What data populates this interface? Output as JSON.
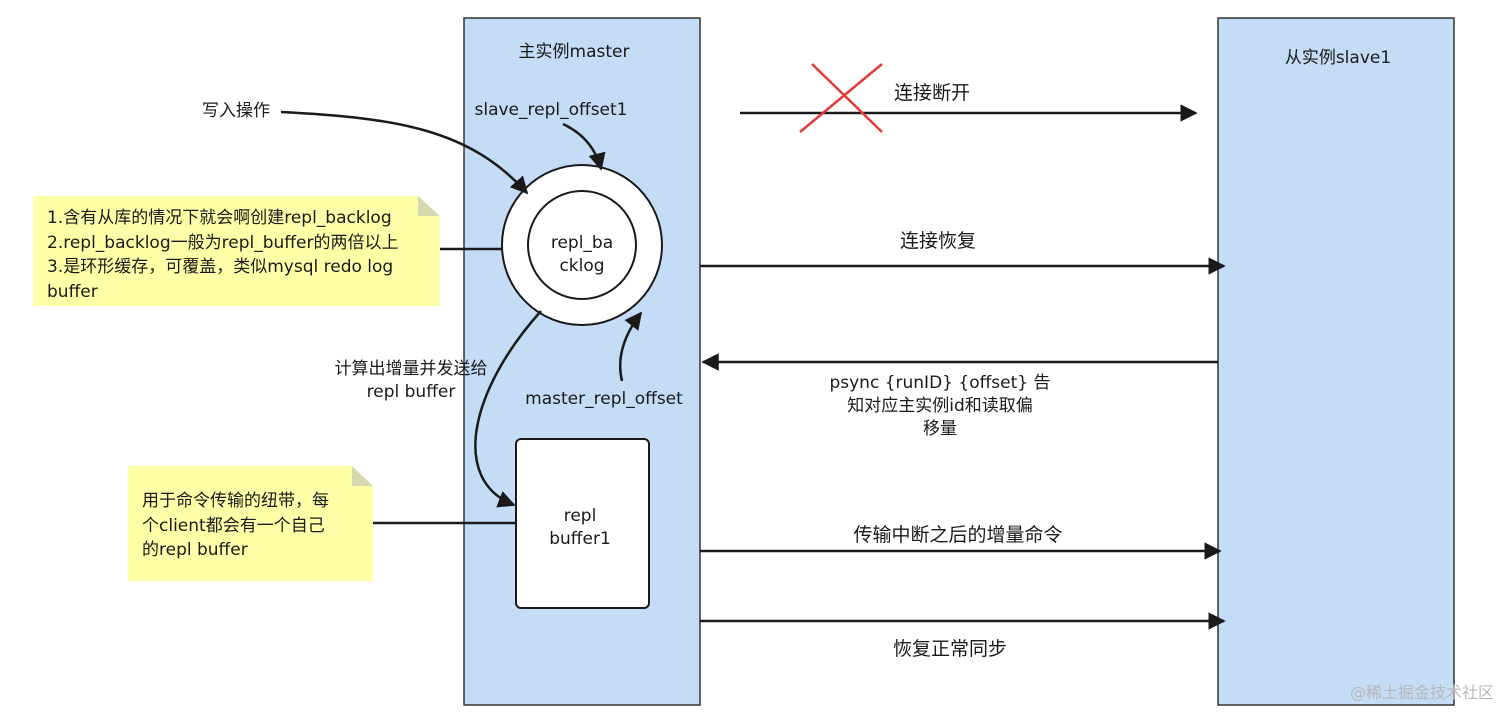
{
  "master": {
    "title": "主实例master",
    "slave_offset_label": "slave_repl_offset1",
    "backlog_label_line1": "repl_ba",
    "backlog_label_line2": "cklog",
    "master_offset_label": "master_repl_offset",
    "buffer_label_line1": "repl",
    "buffer_label_line2": "buffer1"
  },
  "slave": {
    "title": "从实例slave1"
  },
  "write_label": "写入操作",
  "compute_label_line1": "计算出增量并发送给",
  "compute_label_line2": "repl buffer",
  "notes": {
    "backlog": "1.含有从库的情况下就会啊创建repl_backlog\n2.repl_backlog一般为repl_buffer的两倍以上\n3.是环形缓存，可覆盖，类似mysql redo log\nbuffer",
    "buffer": "用于命令传输的纽带，每\n个client都会有一个自己\n的repl buffer"
  },
  "edges": {
    "disconnect": "连接断开",
    "reconnect": "连接恢复",
    "psync_line1": "psync {runID} {offset} 告",
    "psync_line2": "知对应主实例id和读取偏",
    "psync_line3": "移量",
    "increment": "传输中断之后的增量命令",
    "resume": "恢复正常同步"
  },
  "colors": {
    "instance_fill": "#c4dcf5",
    "note_fill": "#ffffa8",
    "cross": "#e03a3a"
  },
  "watermark": "@稀土掘金技术社区"
}
